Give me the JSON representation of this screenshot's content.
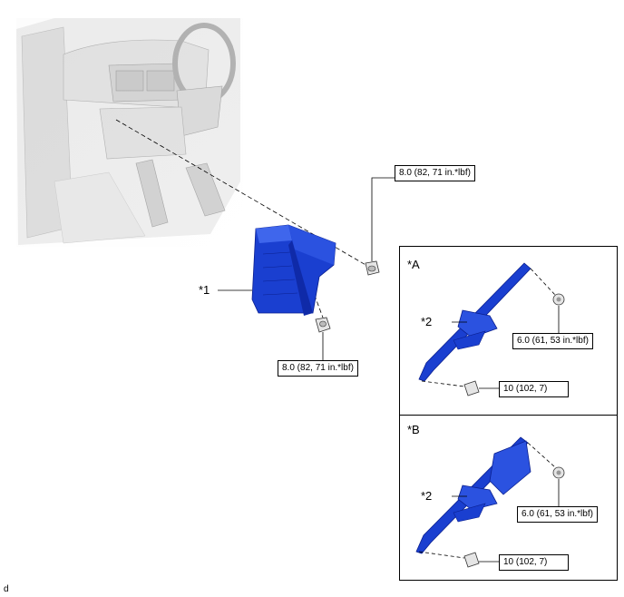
{
  "main_view": {
    "ecu_label": "*1",
    "bolt_torque_upper": "8.0 (82, 71 in.*lbf)",
    "nut_torque_lower": "8.0 (82, 71 in.*lbf)"
  },
  "panel_a": {
    "title": "*A",
    "bracket_label": "*2",
    "nut_torque": "6.0 (61, 53 in.*lbf)",
    "bolt_torque": "10 (102, 7)"
  },
  "panel_b": {
    "title": "*B",
    "bracket_label": "*2",
    "nut_torque": "6.0 (61, 53 in.*lbf)",
    "bolt_torque": "10 (102, 7)"
  },
  "footer_mark": "d",
  "colors": {
    "part_blue": "#1a3fd0",
    "part_dark": "#0a1f8f",
    "line": "#000000",
    "background": "#ffffff"
  }
}
